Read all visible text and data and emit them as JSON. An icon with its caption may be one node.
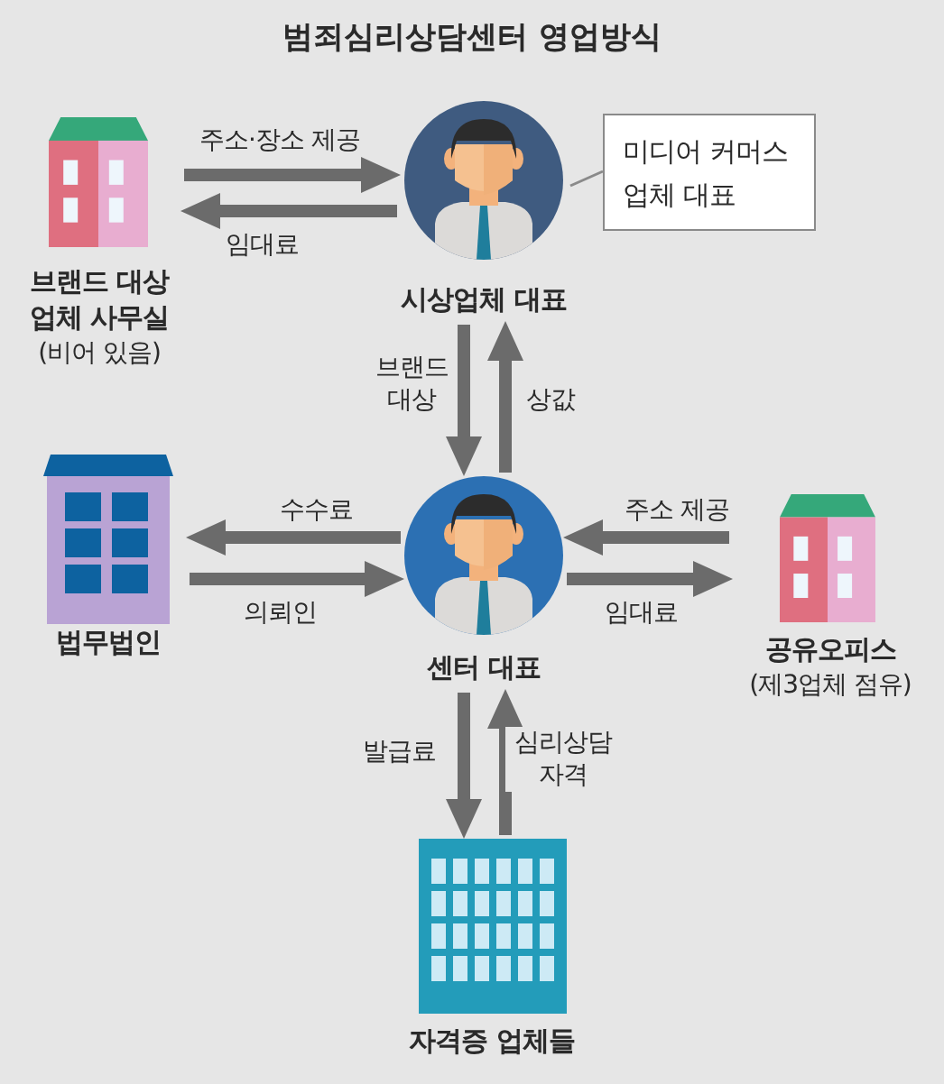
{
  "diagram": {
    "title": "범죄심리상담센터 영업방식",
    "nodes": [
      {
        "text": [
          "브랜드 대상 업체 사무실",
          "(비어 있음)"
        ]
      },
      {
        "text": [
          "시상업체 대표"
        ]
      },
      {
        "text": [
          "미디어 커머스 업체 대표"
        ]
      },
      {
        "text": [
          "법무법인"
        ]
      },
      {
        "text": [
          "센터 대표"
        ]
      },
      {
        "text": [
          "공유오피스",
          "(제3업체 점유)"
        ]
      },
      {
        "text": [
          "자격증 업체들"
        ]
      }
    ],
    "edges": [
      {
        "from": 0,
        "to": 1,
        "label": "주소·장소 제공",
        "arrow": "to"
      },
      {
        "from": 1,
        "to": 0,
        "label": "임대료",
        "arrow": "to"
      },
      {
        "from": 1,
        "to": 4,
        "label": "브랜드 대상",
        "arrow": "to"
      },
      {
        "from": 4,
        "to": 1,
        "label": "상값",
        "arrow": "to"
      },
      {
        "from": 4,
        "to": 3,
        "label": "수수료",
        "arrow": "to"
      },
      {
        "from": 3,
        "to": 4,
        "label": "의뢰인",
        "arrow": "to"
      },
      {
        "from": 5,
        "to": 4,
        "label": "주소 제공",
        "arrow": "to"
      },
      {
        "from": 4,
        "to": 5,
        "label": "임대료",
        "arrow": "to"
      },
      {
        "from": 4,
        "to": 6,
        "label": "발급료",
        "arrow": "to"
      },
      {
        "from": 6,
        "to": 4,
        "label": "심리상담 자격",
        "arrow": "to"
      },
      {
        "from": 2,
        "to": 1,
        "arrow": "none"
      }
    ]
  }
}
